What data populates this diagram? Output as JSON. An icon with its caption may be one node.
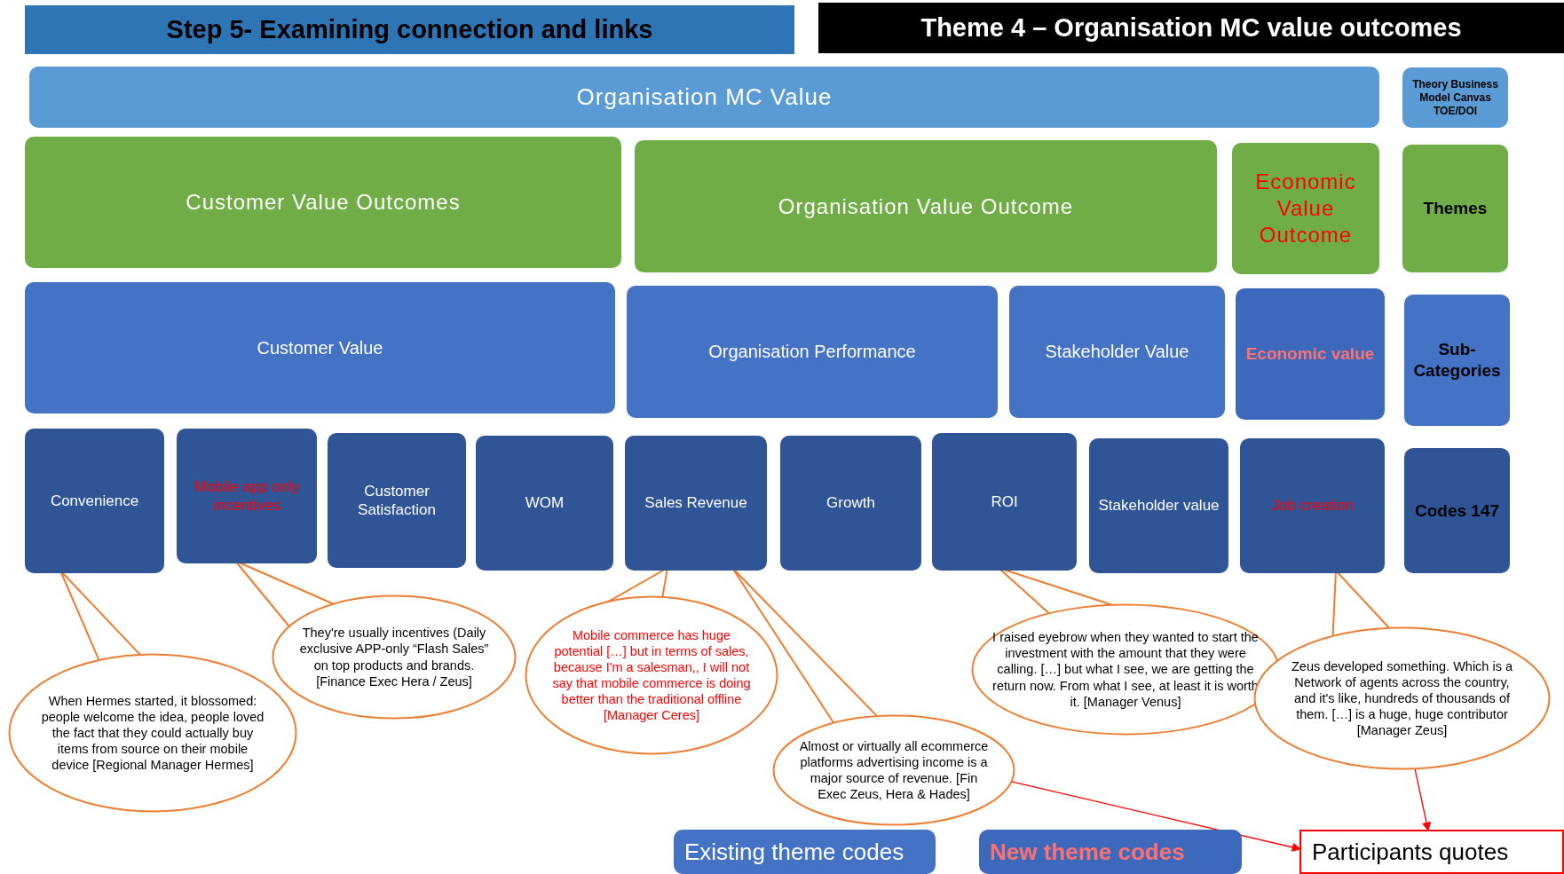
{
  "diagram": {
    "nodes": [
      {
        "text": [
          "Step 5- Examining connection and links"
        ]
      },
      {
        "text": [
          "Theme 4 – Organisation MC value outcomes"
        ]
      },
      {
        "text": [
          "Organisation MC Value"
        ]
      },
      {
        "text": [
          "Theory Business Model Canvas TOE/DOI"
        ]
      },
      {
        "text": [
          "Customer Value Outcomes"
        ]
      },
      {
        "text": [
          "Organisation Value Outcome"
        ]
      },
      {
        "text": [
          "Economic Value Outcome"
        ]
      },
      {
        "text": [
          "Themes"
        ]
      },
      {
        "text": [
          "Customer Value"
        ]
      },
      {
        "text": [
          "Organisation Performance"
        ]
      },
      {
        "text": [
          "Stakeholder Value"
        ]
      },
      {
        "text": [
          "Economic value"
        ]
      },
      {
        "text": [
          "Sub- Categories"
        ]
      },
      {
        "text": [
          "Convenience"
        ]
      },
      {
        "text": [
          "Mobile app only incentives"
        ]
      },
      {
        "text": [
          "Customer Satisfaction"
        ]
      },
      {
        "text": [
          "WOM"
        ]
      },
      {
        "text": [
          "Sales Revenue"
        ]
      },
      {
        "text": [
          "Growth"
        ]
      },
      {
        "text": [
          "ROI"
        ]
      },
      {
        "text": [
          "Stakeholder value"
        ]
      },
      {
        "text": [
          "Job creation"
        ]
      },
      {
        "text": [
          "Codes 147"
        ]
      },
      {
        "text": [
          "When Hermes started, it blossomed: people welcome the idea, people loved the fact that they could actually buy items from source on their mobile device [Regional Manager Hermes]"
        ]
      },
      {
        "text": [
          "They're usually incentives (Daily exclusive APP-only “Flash Sales” on top products and brands. [Finance Exec Hera / Zeus]"
        ]
      },
      {
        "text": [
          "Mobile commerce has huge potential […] but in terms of sales, because I'm a salesman,, I will not say that mobile commerce is doing better than the traditional offline [Manager Ceres]"
        ]
      },
      {
        "text": [
          "Almost or virtually all ecommerce platforms advertising income is a major source of revenue. [Fin Exec Zeus, Hera & Hades]"
        ]
      },
      {
        "text": [
          "I raised eyebrow when they wanted to start the investment with the amount that they were calling. […] but what I see, we are getting the return now. From what I see, at least it is worth it. [Manager Venus]"
        ]
      },
      {
        "text": [
          "Zeus developed something. Which is a Network of agents across the country, and it's like, hundreds of thousands of them. […] is a huge, huge contributor [Manager Zeus]"
        ]
      },
      {
        "text": [
          "Existing theme codes"
        ]
      },
      {
        "text": [
          "New theme codes"
        ]
      },
      {
        "text": [
          "Participants quotes"
        ]
      }
    ],
    "edges": [
      {
        "from": 23,
        "to": 13,
        "arrow": "none"
      },
      {
        "from": 24,
        "to": 14,
        "arrow": "none"
      },
      {
        "from": 25,
        "to": 17,
        "arrow": "none"
      },
      {
        "from": 26,
        "to": 17,
        "arrow": "none"
      },
      {
        "from": 27,
        "to": 19,
        "arrow": "none"
      },
      {
        "from": 28,
        "to": 21,
        "arrow": "none"
      },
      {
        "from": 26,
        "to": 31,
        "arrow": "to",
        "color": "#ff0000"
      },
      {
        "from": 28,
        "to": 31,
        "arrow": "to",
        "color": "#ff0000"
      }
    ]
  }
}
